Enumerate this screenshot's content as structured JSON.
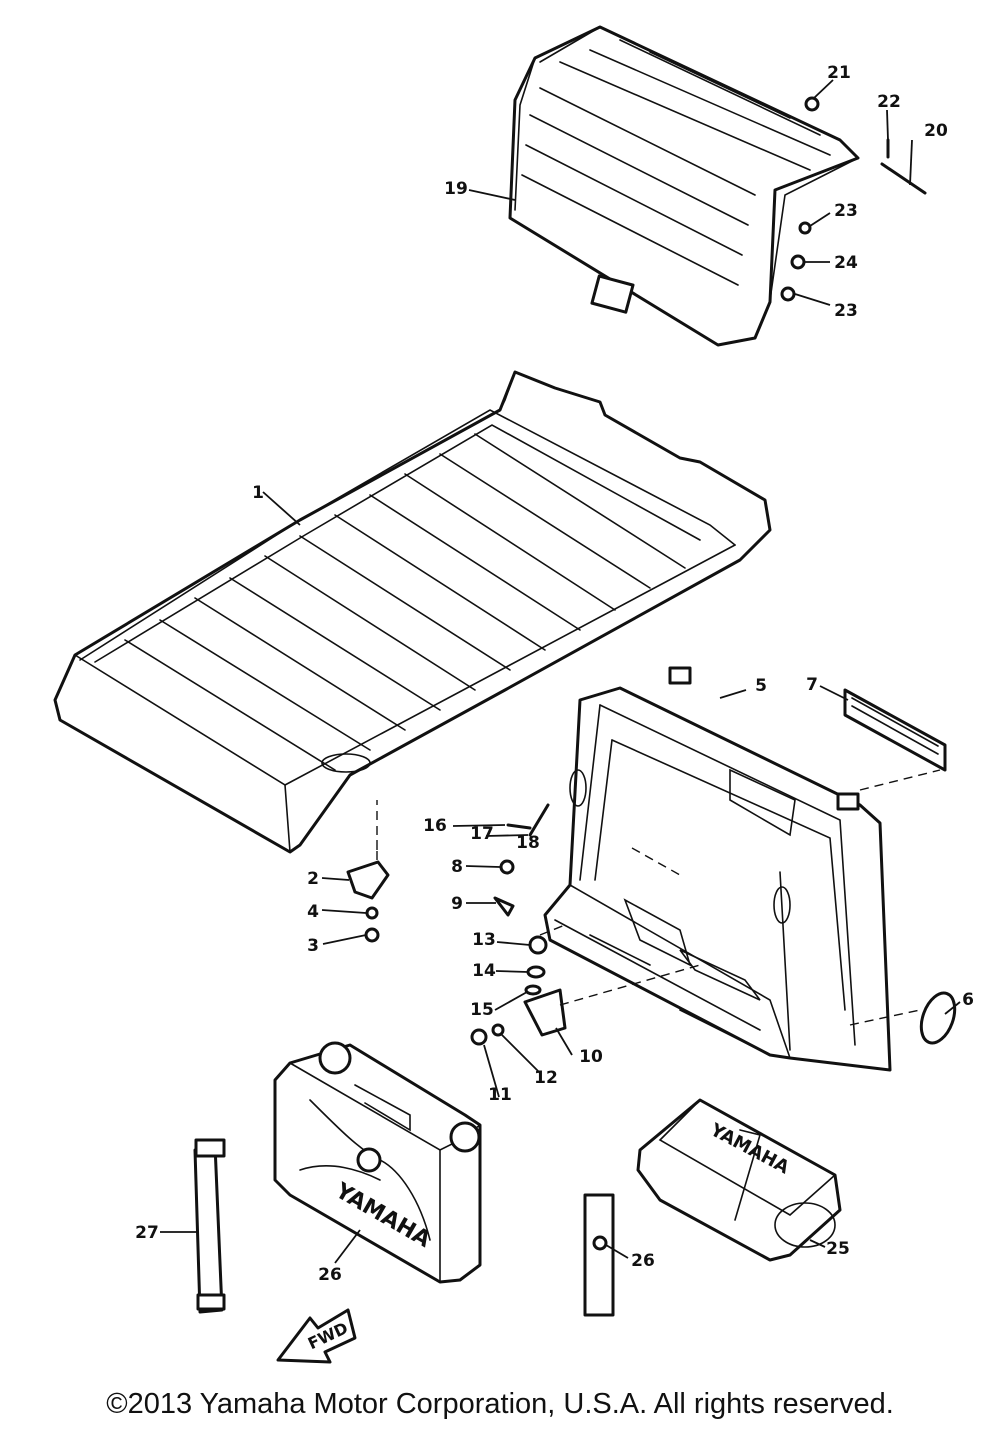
{
  "callouts": [
    {
      "id": "1",
      "label": "1"
    },
    {
      "id": "2",
      "label": "2"
    },
    {
      "id": "3",
      "label": "3"
    },
    {
      "id": "4",
      "label": "4"
    },
    {
      "id": "5",
      "label": "5"
    },
    {
      "id": "6",
      "label": "6"
    },
    {
      "id": "7",
      "label": "7"
    },
    {
      "id": "8",
      "label": "8"
    },
    {
      "id": "9",
      "label": "9"
    },
    {
      "id": "10",
      "label": "10"
    },
    {
      "id": "11",
      "label": "11"
    },
    {
      "id": "12",
      "label": "12"
    },
    {
      "id": "13",
      "label": "13"
    },
    {
      "id": "14",
      "label": "14"
    },
    {
      "id": "15",
      "label": "15"
    },
    {
      "id": "16",
      "label": "16"
    },
    {
      "id": "17",
      "label": "17"
    },
    {
      "id": "18",
      "label": "18"
    },
    {
      "id": "19",
      "label": "19"
    },
    {
      "id": "20",
      "label": "20"
    },
    {
      "id": "21",
      "label": "21"
    },
    {
      "id": "22",
      "label": "22"
    },
    {
      "id": "23a",
      "label": "23"
    },
    {
      "id": "24",
      "label": "24"
    },
    {
      "id": "23b",
      "label": "23"
    },
    {
      "id": "25",
      "label": "25"
    },
    {
      "id": "26a",
      "label": "26"
    },
    {
      "id": "26b",
      "label": "26"
    },
    {
      "id": "27",
      "label": "27"
    }
  ],
  "decals": {
    "fuel_tank": "YAMAHA",
    "tool_bag": "YAMAHA",
    "forward_arrow": "FWD"
  },
  "footer": {
    "copyright": "©2013 Yamaha Motor Corporation, U.S.A. All rights reserved."
  }
}
